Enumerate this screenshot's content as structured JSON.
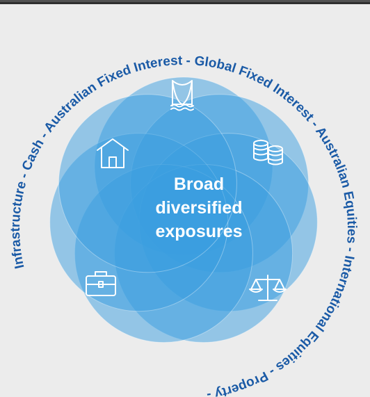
{
  "center": {
    "line1": "Broad",
    "line2": "diversified",
    "line3": "exposures"
  },
  "ring_label": "Infrastructure - Cash - Australian Fixed Interest - Global Fixed Interest - Australian Equities - International Equities - Property -",
  "segments": [
    {
      "label": "Infrastructure",
      "icon": "bridge-icon"
    },
    {
      "label": "Cash",
      "icon": "coins-icon"
    },
    {
      "label": "Australian Fixed Interest",
      "icon": "none"
    },
    {
      "label": "Global Fixed Interest",
      "icon": "scales-icon"
    },
    {
      "label": "Australian Equities",
      "icon": "none"
    },
    {
      "label": "International Equities",
      "icon": "briefcase-icon"
    },
    {
      "label": "Property",
      "icon": "house-icon"
    }
  ],
  "colors": {
    "background": "#ececec",
    "circle_fill": "#3a9ee0",
    "ring_text": "#1a5aa6",
    "center_text": "#ffffff"
  }
}
